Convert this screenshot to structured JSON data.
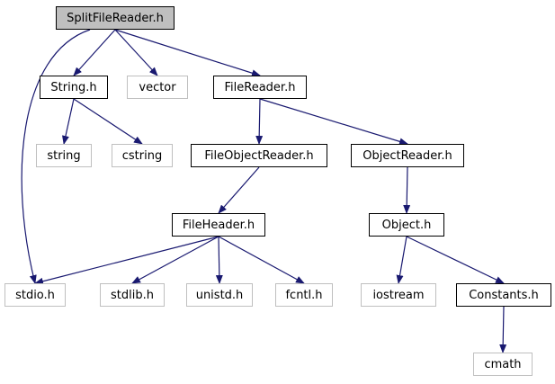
{
  "diagram": {
    "colors": {
      "edge": "#191970",
      "root_fill": "#bfbfbf",
      "local_border": "#000000",
      "system_border": "#bfbfbf"
    },
    "nodes": [
      {
        "id": "splitfilereader",
        "label": "SplitFileReader.h",
        "kind": "root"
      },
      {
        "id": "string-h",
        "label": "String.h",
        "kind": "local"
      },
      {
        "id": "vector",
        "label": "vector",
        "kind": "system"
      },
      {
        "id": "filereader",
        "label": "FileReader.h",
        "kind": "local"
      },
      {
        "id": "string",
        "label": "string",
        "kind": "system"
      },
      {
        "id": "cstring",
        "label": "cstring",
        "kind": "system"
      },
      {
        "id": "fileobjectreader",
        "label": "FileObjectReader.h",
        "kind": "local"
      },
      {
        "id": "objectreader",
        "label": "ObjectReader.h",
        "kind": "local"
      },
      {
        "id": "fileheader",
        "label": "FileHeader.h",
        "kind": "local"
      },
      {
        "id": "object",
        "label": "Object.h",
        "kind": "local"
      },
      {
        "id": "stdio",
        "label": "stdio.h",
        "kind": "system"
      },
      {
        "id": "stdlib",
        "label": "stdlib.h",
        "kind": "system"
      },
      {
        "id": "unistd",
        "label": "unistd.h",
        "kind": "system"
      },
      {
        "id": "fcntl",
        "label": "fcntl.h",
        "kind": "system"
      },
      {
        "id": "iostream",
        "label": "iostream",
        "kind": "system"
      },
      {
        "id": "constants",
        "label": "Constants.h",
        "kind": "local"
      },
      {
        "id": "cmath",
        "label": "cmath",
        "kind": "system"
      }
    ],
    "edges": [
      {
        "from": "splitfilereader",
        "to": "string-h"
      },
      {
        "from": "splitfilereader",
        "to": "vector"
      },
      {
        "from": "splitfilereader",
        "to": "filereader"
      },
      {
        "from": "splitfilereader",
        "to": "stdio"
      },
      {
        "from": "string-h",
        "to": "string"
      },
      {
        "from": "string-h",
        "to": "cstring"
      },
      {
        "from": "filereader",
        "to": "fileobjectreader"
      },
      {
        "from": "filereader",
        "to": "objectreader"
      },
      {
        "from": "fileobjectreader",
        "to": "fileheader"
      },
      {
        "from": "fileheader",
        "to": "stdio"
      },
      {
        "from": "fileheader",
        "to": "stdlib"
      },
      {
        "from": "fileheader",
        "to": "unistd"
      },
      {
        "from": "fileheader",
        "to": "fcntl"
      },
      {
        "from": "objectreader",
        "to": "object"
      },
      {
        "from": "object",
        "to": "iostream"
      },
      {
        "from": "object",
        "to": "constants"
      },
      {
        "from": "constants",
        "to": "cmath"
      }
    ]
  }
}
